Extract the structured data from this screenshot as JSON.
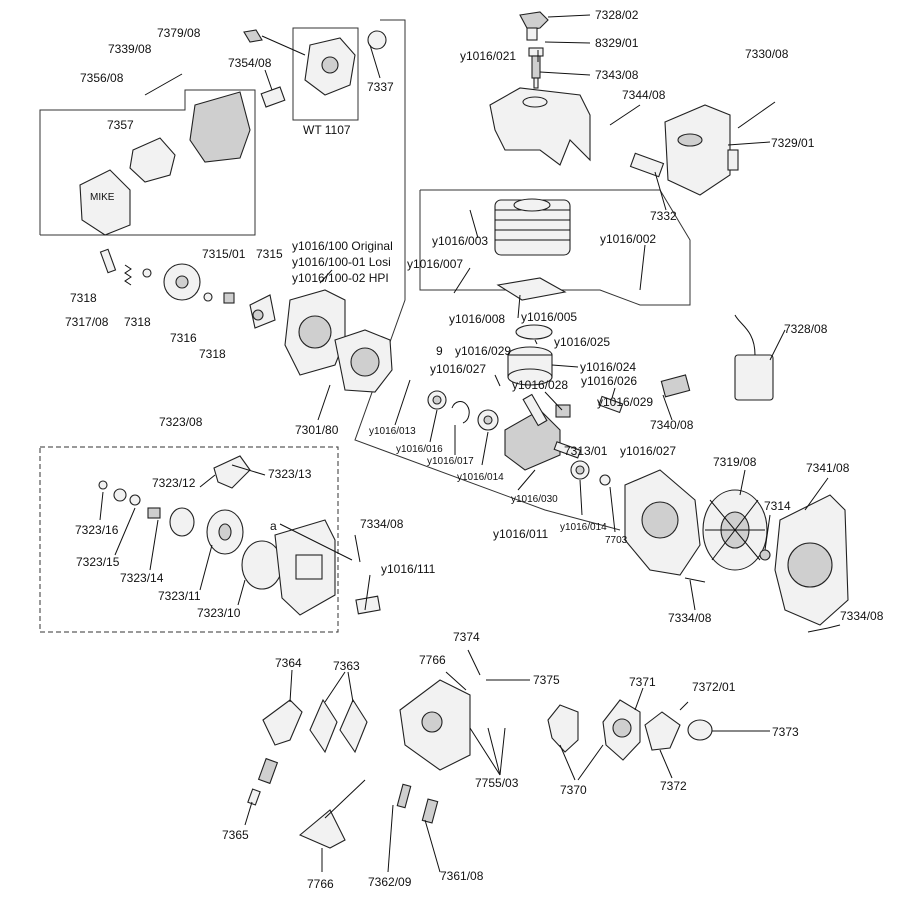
{
  "labels": {
    "l7328_02": "7328/02",
    "l8329_01": "8329/01",
    "l7379_08": "7379/08",
    "ly1016_021": "y1016/021",
    "l7343_08": "7343/08",
    "l7330_08": "7330/08",
    "l7339_08": "7339/08",
    "l7354_08": "7354/08",
    "l7337": "7337",
    "l7356_08": "7356/08",
    "lwt1107": "WT 1107",
    "l7344_08": "7344/08",
    "l7329_01": "7329/01",
    "l7357": "7357",
    "l7332": "7332",
    "ly1016_003": "y1016/003",
    "ly1016_002": "y1016/002",
    "ly1016_100": "y1016/100 Original",
    "ly1016_100_01": "y1016/100-01 Losi",
    "ly1016_100_02": "y1016/100-02 HPI",
    "l7315_01": "7315/01",
    "l7315": "7315",
    "ly1016_007": "y1016/007",
    "l7318_a": "7318",
    "l7317_08": "7317/08",
    "l7318_b": "7318",
    "l7316": "7316",
    "l7318_c": "7318",
    "ly1016_008": "y1016/008",
    "ly1016_005": "y1016/005",
    "ly1016_025": "y1016/025",
    "l7328_08": "7328/08",
    "l9": "9",
    "ly1016_029_a": "y1016/029",
    "ly1016_024": "y1016/024",
    "ly1016_027_a": "y1016/027",
    "ly1016_028": "y1016/028",
    "ly1016_026": "y1016/026",
    "ly1016_029_b": "y1016/029",
    "l7340_08": "7340/08",
    "l7323_08": "7323/08",
    "l7301_80": "7301/80",
    "ly1016_013": "y1016/013",
    "ly1016_016": "y1016/016",
    "ly1016_017": "y1016/017",
    "ly1016_014_a": "y1016/014",
    "l7313_01": "7313/01",
    "ly1016_027_b": "y1016/027",
    "l7323_13": "7323/13",
    "l7323_12": "7323/12",
    "l7319_08": "7319/08",
    "l7341_08": "7341/08",
    "ly1016_030": "y1016/030",
    "l7314": "7314",
    "la": "a",
    "l7334_08_a": "7334/08",
    "l7323_16": "7323/16",
    "ly1016_014_b": "y1016/014",
    "l7703": "7703",
    "ly1016_011": "y1016/011",
    "l7323_15": "7323/15",
    "l7323_14": "7323/14",
    "ly1016_111": "y1016/111",
    "l7323_11": "7323/11",
    "l7323_10": "7323/10",
    "l7334_08_b": "7334/08",
    "l7334_08_c": "7334/08",
    "l7374": "7374",
    "l7364": "7364",
    "l7363": "7363",
    "l7766_a": "7766",
    "l7375": "7375",
    "l7371": "7371",
    "l7372_01": "7372/01",
    "l7373": "7373",
    "l7755_03": "7755/03",
    "l7370": "7370",
    "l7372": "7372",
    "l7365": "7365",
    "l7766_b": "7766",
    "l7362_09": "7362/09",
    "l7361_08": "7361/08"
  },
  "part_texts": {
    "air_filter_cover_text": "MIKE"
  }
}
